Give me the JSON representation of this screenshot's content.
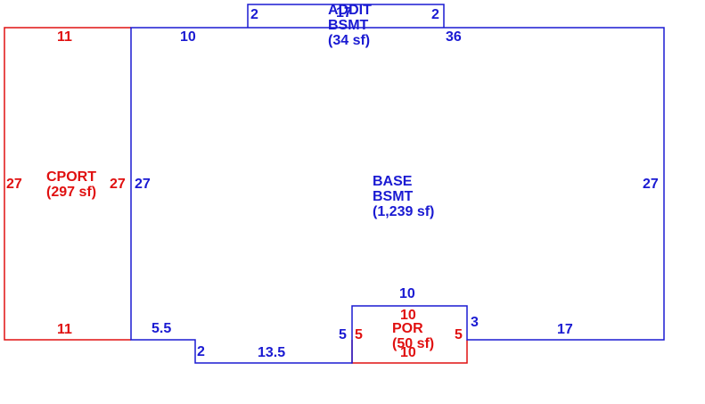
{
  "areas": {
    "cport": {
      "name": "CPORT",
      "area": "(297 sf)"
    },
    "base": {
      "name": "BASE",
      "sub": "BSMT",
      "area": "(1,239 sf)"
    },
    "addit": {
      "name": "ADDIT",
      "sub": "BSMT",
      "area": "(34 sf)",
      "dim": "17"
    },
    "por": {
      "name": "POR",
      "area": "(50 sf)"
    }
  },
  "dimensions": {
    "cport_top": "11",
    "cport_bottom": "11",
    "cport_left": "27",
    "cport_right": "27",
    "base_top_left": "10",
    "base_top_right": "36",
    "base_left": "27",
    "base_right": "27",
    "base_bottom_left": "5.5",
    "base_step": "2",
    "base_bottom_mid": "13.5",
    "base_notch_left": "5",
    "base_notch_right": "3",
    "base_bottom_right": "17",
    "base_notch_top": "10",
    "addit_left": "2",
    "addit_right": "2",
    "por_top": "10",
    "por_left": "5",
    "por_right": "5",
    "por_bottom": "10"
  },
  "colors": {
    "living": "#1a1ad2",
    "porch": "#e01010"
  }
}
